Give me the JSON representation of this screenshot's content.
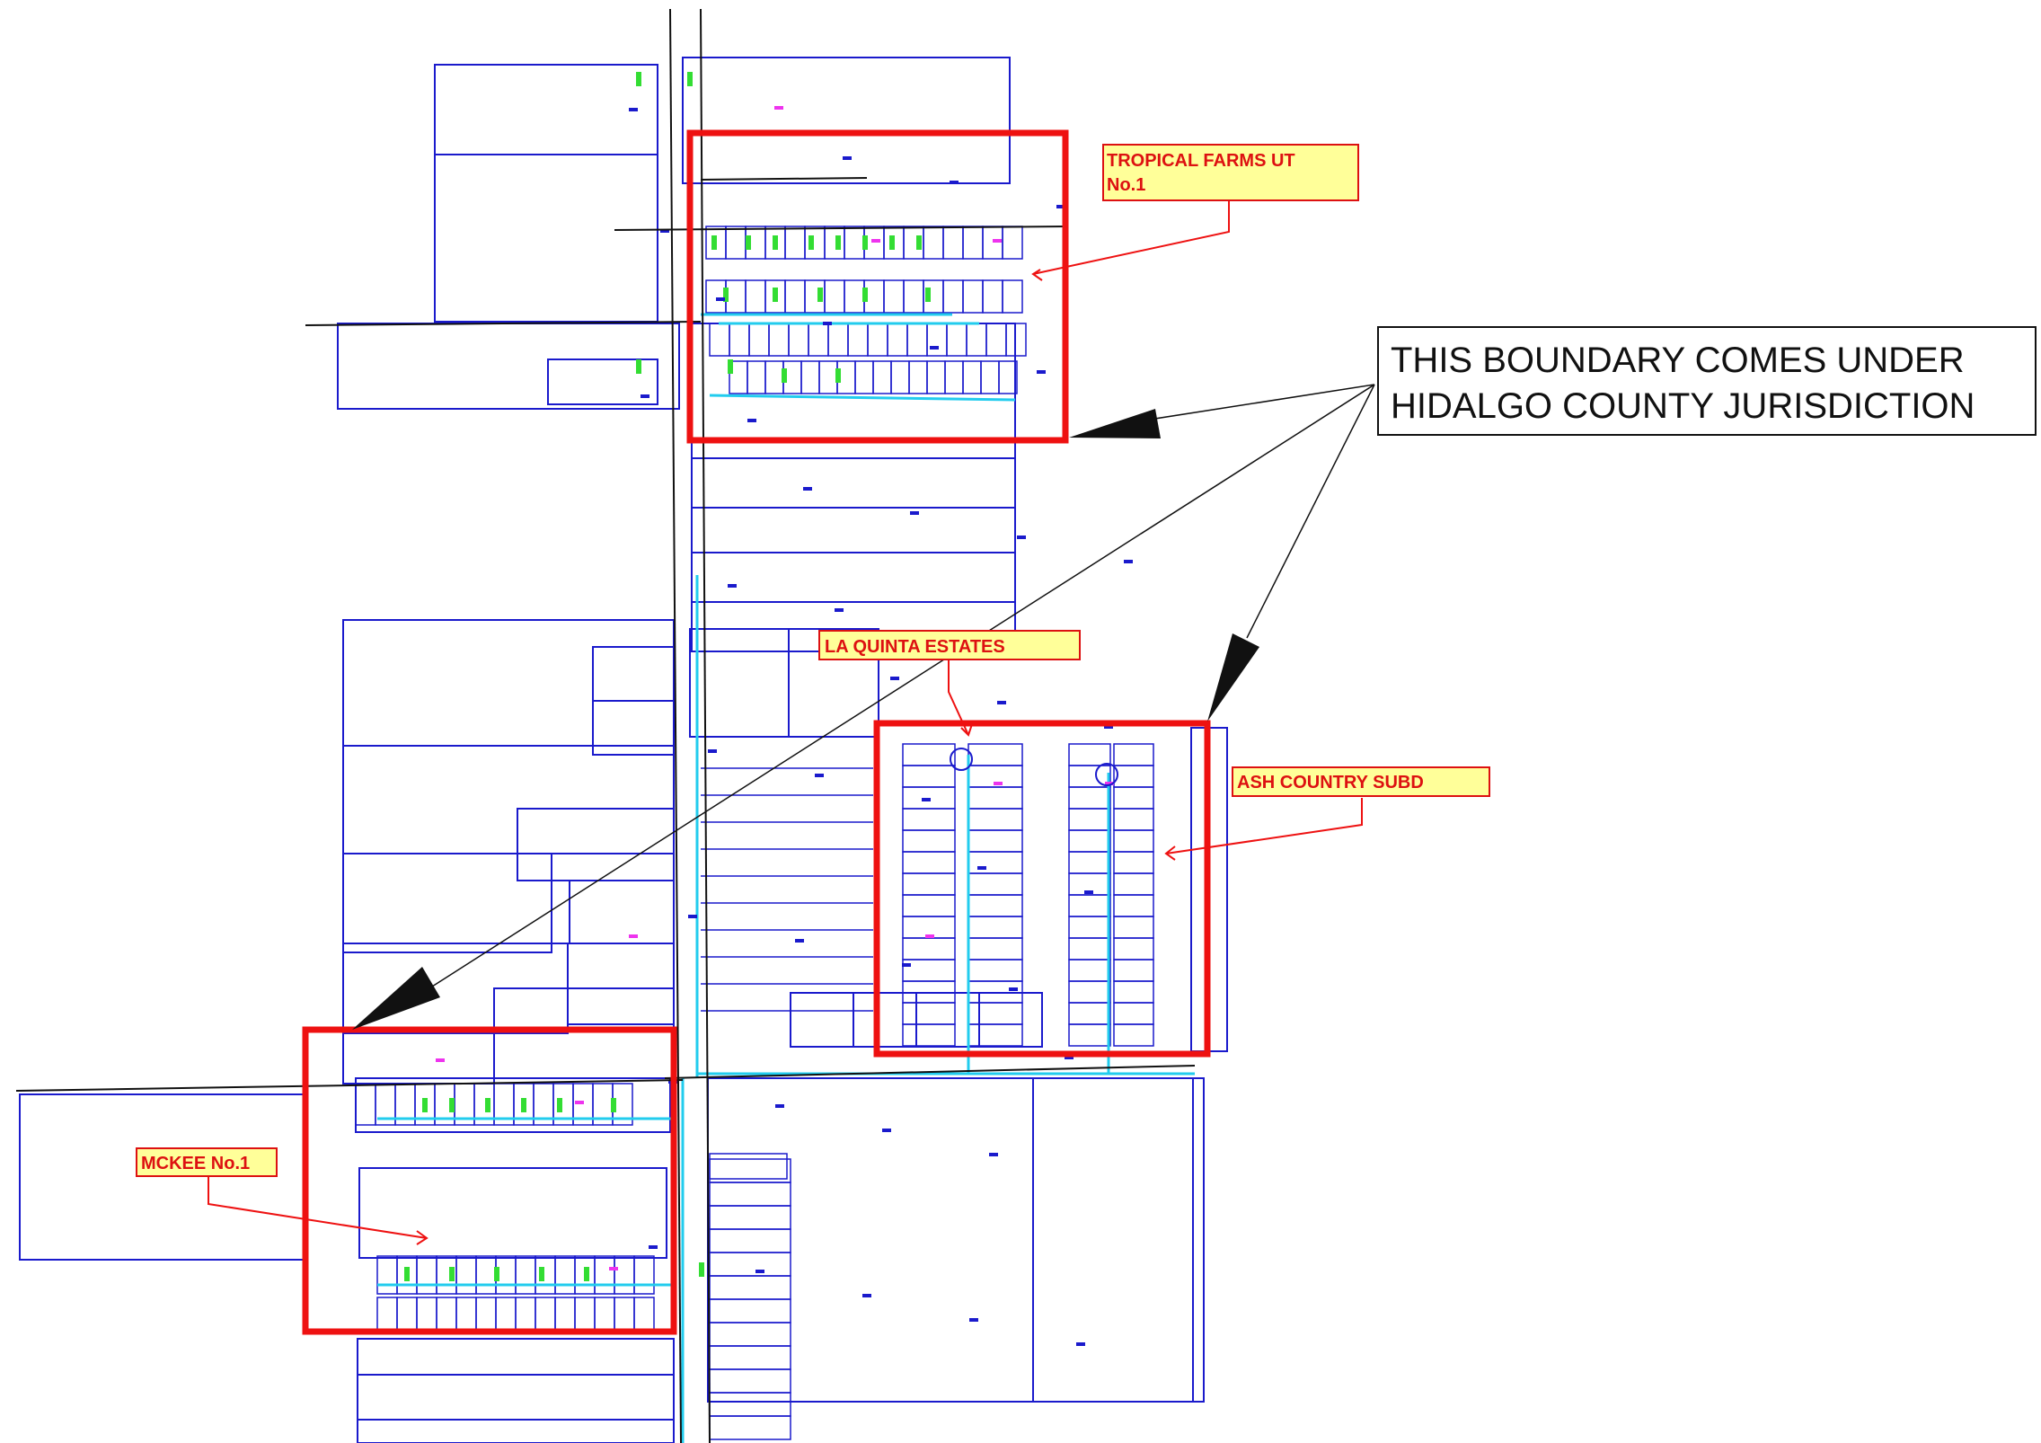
{
  "labels": {
    "tropical_farms": "TROPICAL FARMS UT No.1",
    "tropical_farms_line1": "TROPICAL FARMS UT",
    "tropical_farms_line2": "No.1",
    "la_quinta": "LA QUINTA ESTATES",
    "ash_country": "ASH COUNTRY SUBD",
    "mckee": "MCKEE No.1"
  },
  "callout": {
    "line1": "THIS BOUNDARY COMES UNDER",
    "line2": "HIDALGO COUNTY JURISDICTION"
  },
  "colors": {
    "parcel": "#1a1acc",
    "boundary": "#ee1111",
    "label_fill": "#ffff99",
    "label_text": "#dd1111",
    "water": "#22ccee",
    "sewer_green": "#33dd33",
    "magenta": "#ee33ee",
    "road": "#111111"
  }
}
